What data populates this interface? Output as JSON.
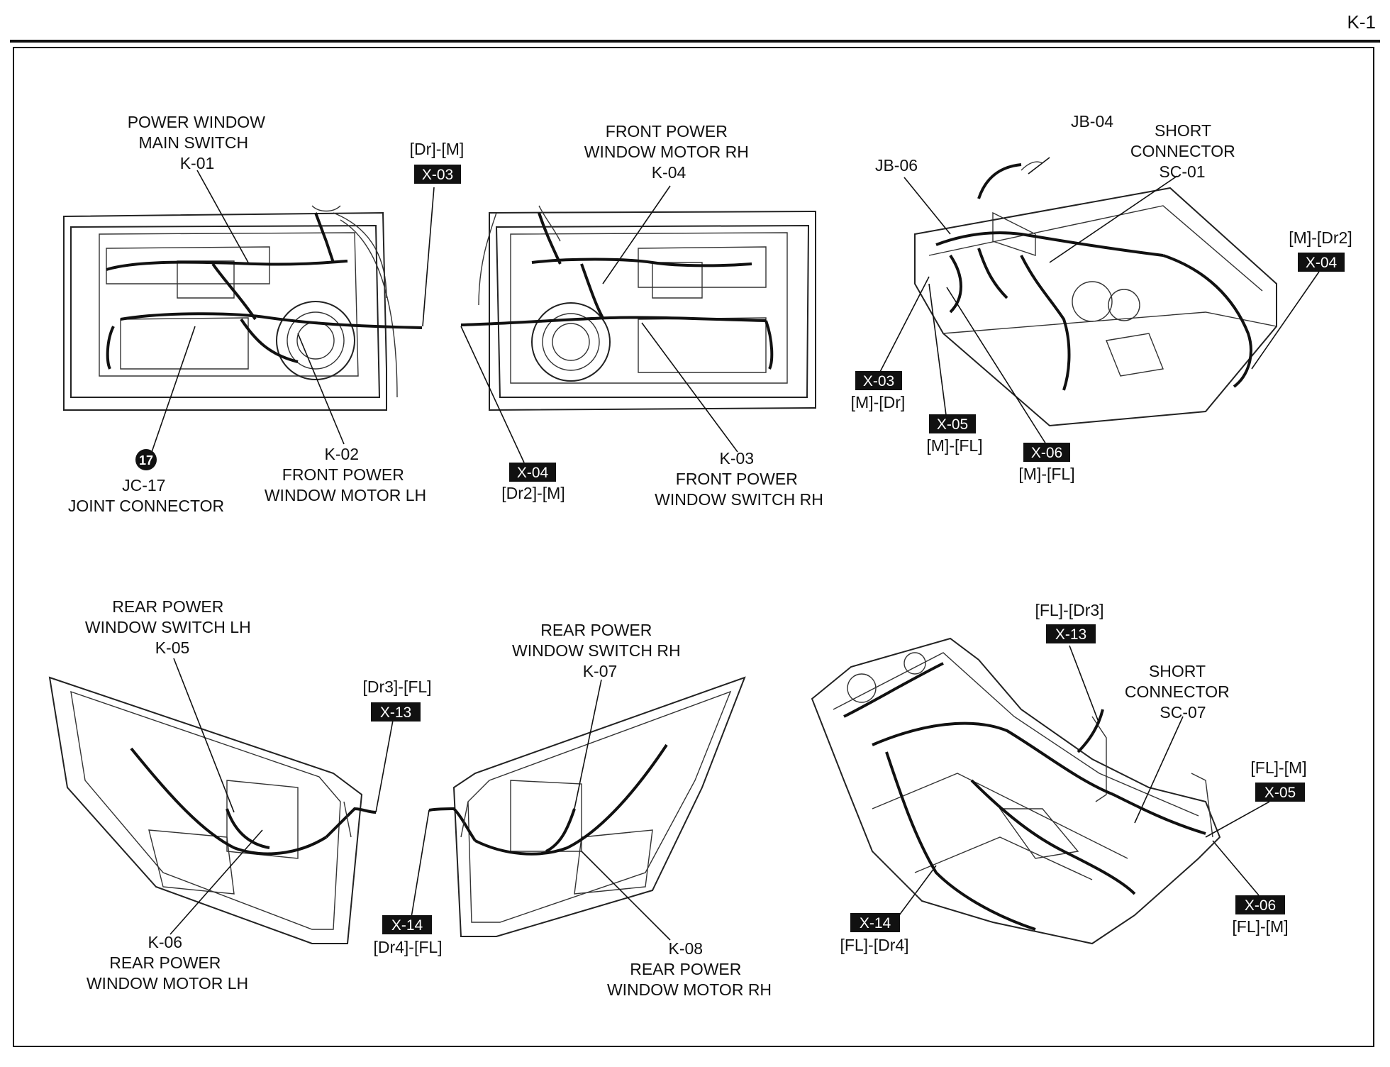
{
  "page": {
    "label": "K-1"
  },
  "labels": {
    "k01": [
      "POWER WINDOW",
      "MAIN SWITCH",
      "K-01"
    ],
    "k04": [
      "FRONT POWER",
      "WINDOW MOTOR RH",
      "K-04"
    ],
    "jb04": [
      "JB-04"
    ],
    "sc01": [
      "SHORT",
      "CONNECTOR",
      "SC-01"
    ],
    "jb06": [
      "JB-06"
    ],
    "jc17": [
      "JC-17",
      "JOINT CONNECTOR"
    ],
    "k02": [
      "K-02",
      "FRONT POWER",
      "WINDOW MOTOR LH"
    ],
    "k03": [
      "K-03",
      "FRONT POWER",
      "WINDOW SWITCH RH"
    ],
    "k05": [
      "REAR POWER",
      "WINDOW SWITCH LH",
      "K-05"
    ],
    "k07": [
      "REAR POWER",
      "WINDOW SWITCH RH",
      "K-07"
    ],
    "sc07": [
      "SHORT",
      "CONNECTOR",
      "SC-07"
    ],
    "k06": [
      "K-06",
      "REAR POWER",
      "WINDOW MOTOR LH"
    ],
    "k08": [
      "K-08",
      "REAR POWER",
      "WINDOW MOTOR RH"
    ]
  },
  "joint_badge": "17",
  "connectors": [
    {
      "id": "x03_door",
      "tag": "X-03",
      "caption": "[Dr]-[M]"
    },
    {
      "id": "x04_door",
      "tag": "X-04",
      "caption": "[Dr2]-[M]"
    },
    {
      "id": "x04_dash",
      "tag": "X-04",
      "caption": "[M]-[Dr2]"
    },
    {
      "id": "x03_dash",
      "tag": "X-03",
      "caption": "[M]-[Dr]"
    },
    {
      "id": "x05_dash",
      "tag": "X-05",
      "caption": "[M]-[FL]"
    },
    {
      "id": "x06_dash",
      "tag": "X-06",
      "caption": "[M]-[FL]"
    },
    {
      "id": "x13_rear",
      "tag": "X-13",
      "caption": "[Dr3]-[FL]"
    },
    {
      "id": "x14_rear",
      "tag": "X-14",
      "caption": "[Dr4]-[FL]"
    },
    {
      "id": "x13_floor",
      "tag": "X-13",
      "caption": "[FL]-[Dr3]"
    },
    {
      "id": "x05_floor",
      "tag": "X-05",
      "caption": "[FL]-[M]"
    },
    {
      "id": "x14_floor",
      "tag": "X-14",
      "caption": "[FL]-[Dr4]"
    },
    {
      "id": "x06_floor",
      "tag": "X-06",
      "caption": "[FL]-[M]"
    }
  ]
}
